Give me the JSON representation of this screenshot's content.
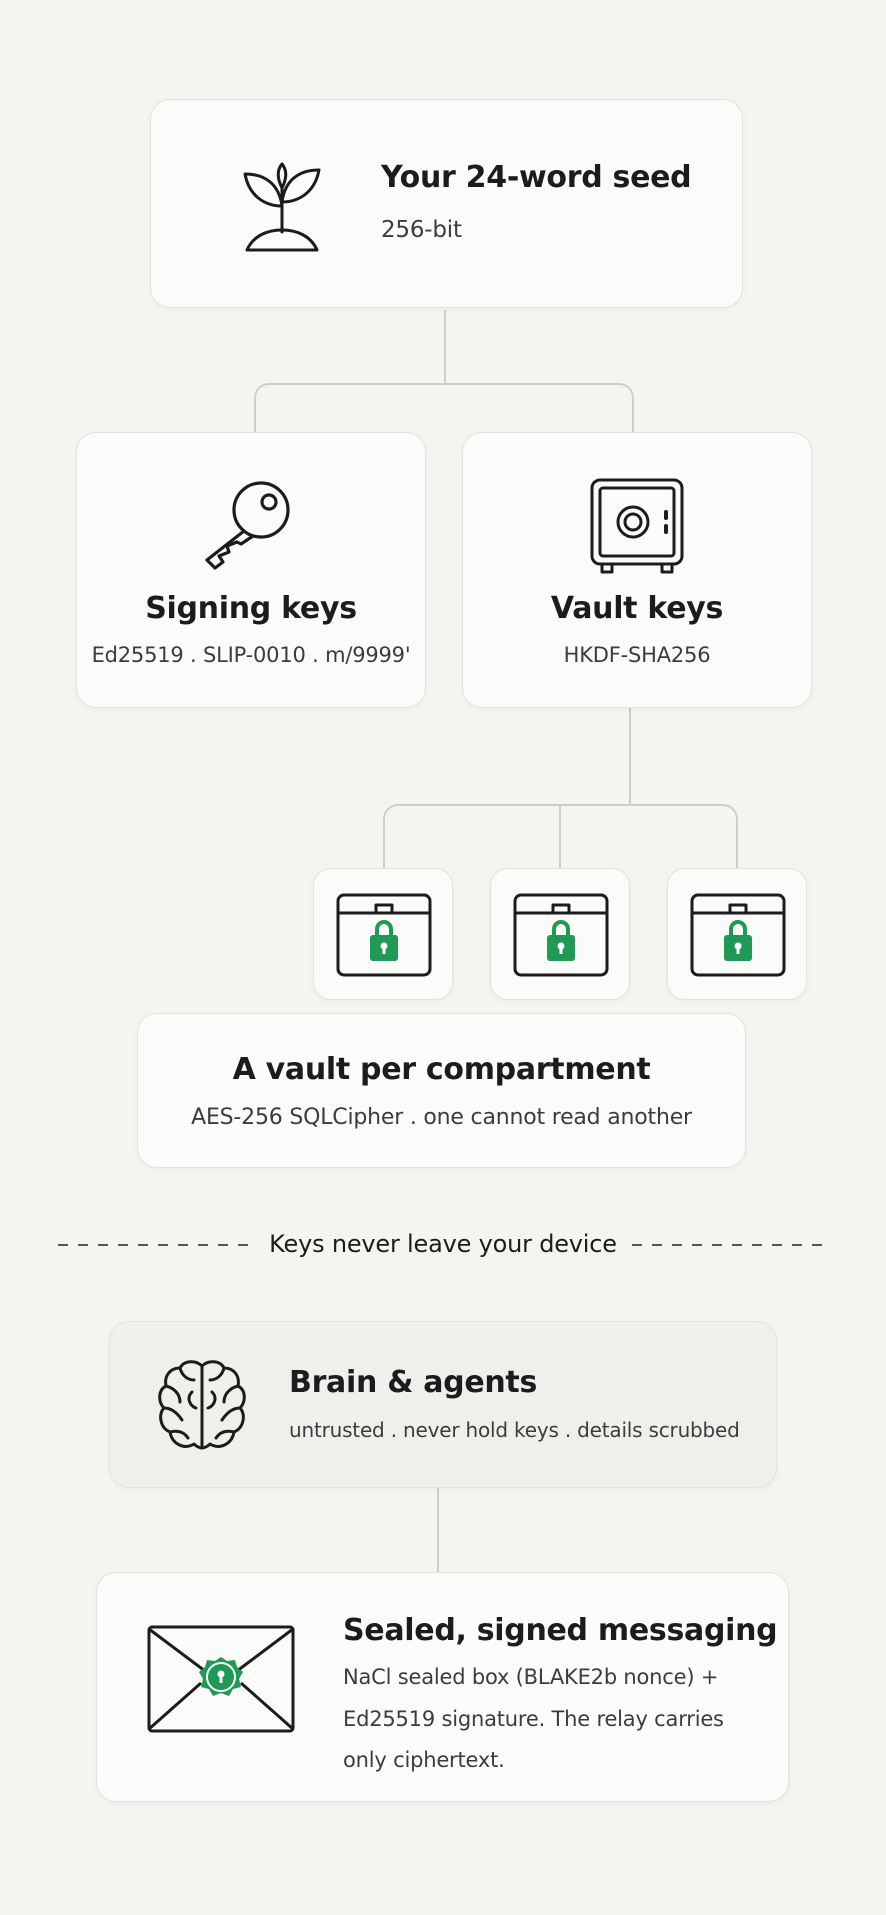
{
  "seed": {
    "title": "Your 24-word seed",
    "subtitle": "256-bit",
    "icon": "sprout-icon"
  },
  "signing": {
    "title": "Signing keys",
    "subtitle": "Ed25519 . SLIP-0010 . m/9999'",
    "icon": "key-icon"
  },
  "vault": {
    "title": "Vault keys",
    "subtitle": "HKDF-SHA256",
    "icon": "safe-icon"
  },
  "compartments": {
    "title": "A vault per compartment",
    "subtitle": "AES-256 SQLCipher . one cannot read another",
    "count": 3,
    "icon": "locked-chest-icon"
  },
  "separator": {
    "label": "Keys never leave your device"
  },
  "brain": {
    "title": "Brain & agents",
    "subtitle": "untrusted . never hold keys . details scrubbed",
    "icon": "brain-icon"
  },
  "messaging": {
    "title": "Sealed, signed messaging",
    "lines": [
      "NaCl sealed box (BLAKE2b nonce) +",
      "Ed25519 signature. The relay carries",
      "only ciphertext."
    ],
    "icon": "sealed-envelope-icon"
  },
  "colors": {
    "accent_green": "#1f9a55",
    "background": "#f5f4f1",
    "card": "#fbfbfa",
    "connector": "#cfcecb"
  }
}
